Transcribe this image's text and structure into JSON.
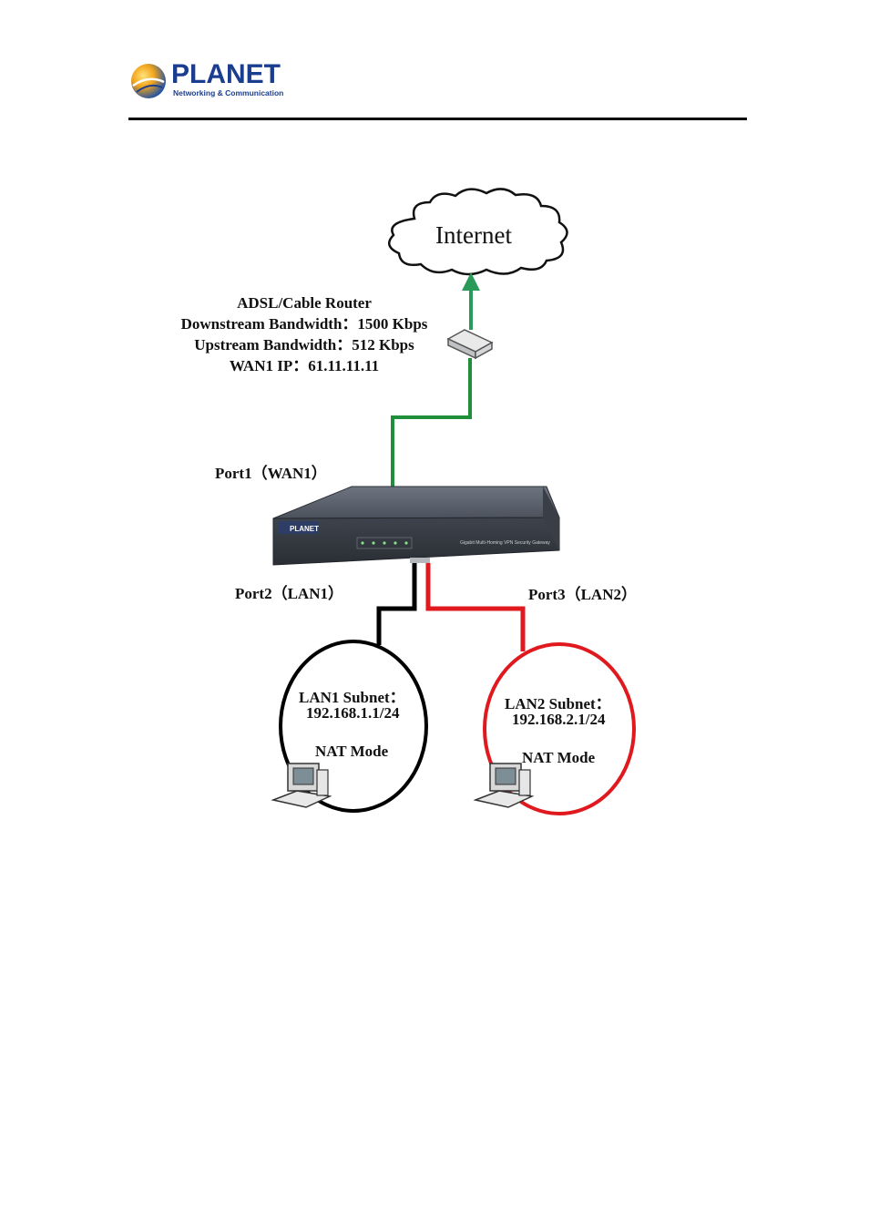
{
  "header": {
    "brand": "PLANET",
    "tagline": "Networking & Communication"
  },
  "diagram": {
    "internet_label": "Internet",
    "router": {
      "title": "ADSL/Cable Router",
      "downstream": "Downstream Bandwidth：1500 Kbps",
      "upstream": "Upstream Bandwidth：512 Kbps",
      "wan_ip": "WAN1 IP：61.11.11.11"
    },
    "gateway": {
      "brand": "PLANET",
      "model_text": "Gigabit Multi-Homing VPN Security Gateway"
    },
    "ports": {
      "port1": "Port1（WAN1）",
      "port2": "Port2（LAN1）",
      "port3": "Port3（LAN2）"
    },
    "lan1": {
      "subnet_label": "LAN1 Subnet：",
      "subnet_value": "192.168.1.1/24",
      "mode": "NAT Mode"
    },
    "lan2": {
      "subnet_label": "LAN2 Subnet：",
      "subnet_value": "192.168.2.1/24",
      "mode": "NAT Mode"
    },
    "colors": {
      "wan_link": "#1f8f3a",
      "lan1_link": "#000000",
      "lan2_link": "#e0191f",
      "brand_blue": "#1b3d8f"
    }
  }
}
